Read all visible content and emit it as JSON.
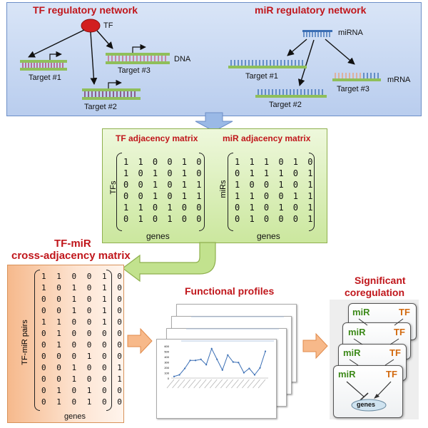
{
  "top": {
    "tf_title": "TF regulatory network",
    "mir_title": "miR regulatory network",
    "tf_label": "TF",
    "dna_label": "DNA",
    "mirna_label": "miRNA",
    "mrna_label": "mRNA",
    "tf_targets": [
      "Target #1",
      "Target #2",
      "Target #3"
    ],
    "mir_targets": [
      "Target #1",
      "Target #2",
      "Target #3"
    ]
  },
  "matrices": {
    "tf_title": "TF adjacency matrix",
    "mir_title": "miR adjacency matrix",
    "tf_row_label": "TFs",
    "mir_row_label": "miRs",
    "col_label_tf": "genes",
    "col_label_mir": "genes",
    "tf_rows": [
      "110010",
      "101010",
      "001011",
      "001011",
      "110100",
      "010100"
    ],
    "mir_rows": [
      "111010",
      "011101",
      "100101",
      "110011",
      "010101",
      "010001"
    ]
  },
  "cross": {
    "title_line1": "TF-miR",
    "title_line2": "cross-adjacency matrix",
    "row_label": "TF-miR pairs",
    "col_label": "genes",
    "rows": [
      "110010",
      "101010",
      "001010",
      "001010",
      "110010",
      "010000",
      "010000",
      "000100",
      "001001",
      "001001",
      "010100",
      "010100"
    ]
  },
  "profiles": {
    "title": "Functional profiles",
    "y_ticks": [
      "600",
      "500",
      "400",
      "300",
      "200",
      "100",
      "0"
    ],
    "chart_values": [
      30,
      60,
      180,
      330,
      330,
      350,
      250,
      550,
      350,
      150,
      430,
      300,
      290,
      100,
      180,
      60,
      190,
      500
    ]
  },
  "coreg": {
    "title_line1": "Significant",
    "title_line2": "coregulation",
    "mir_label": "miR",
    "tf_label": "TF",
    "genes_label": "genes"
  },
  "colors": {
    "title_red": "#c0161b",
    "mir_green": "#3d8a1a",
    "tf_orange": "#d2690e"
  }
}
